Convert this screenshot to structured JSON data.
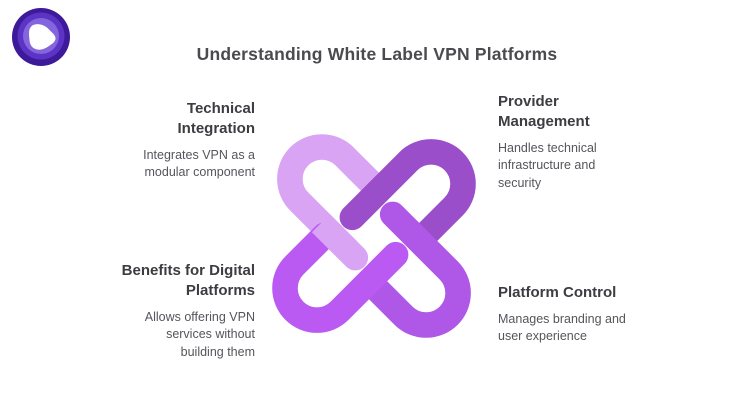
{
  "title": {
    "text": "Understanding White Label VPN Platforms"
  },
  "logo": {
    "outer_color": "#3d1a9a",
    "mid_color": "#5b33c5",
    "inner_color": "#8465dd",
    "mark_color": "#ffffff"
  },
  "knot": {
    "colors": {
      "top_left": "#d9a4f4",
      "top_right": "#9b4ec9",
      "bottom_right": "#af58e8",
      "bottom_left": "#ba5af3"
    }
  },
  "sections": {
    "top_left": {
      "heading": "Technical Integration",
      "body": "Integrates VPN as a modular component"
    },
    "top_right": {
      "heading": "Provider Management",
      "body": "Handles technical infrastructure and security"
    },
    "bottom_left": {
      "heading": "Benefits for Digital Platforms",
      "body": "Allows offering VPN services without building them"
    },
    "bottom_right": {
      "heading": "Platform Control",
      "body": "Manages branding and user experience"
    }
  }
}
